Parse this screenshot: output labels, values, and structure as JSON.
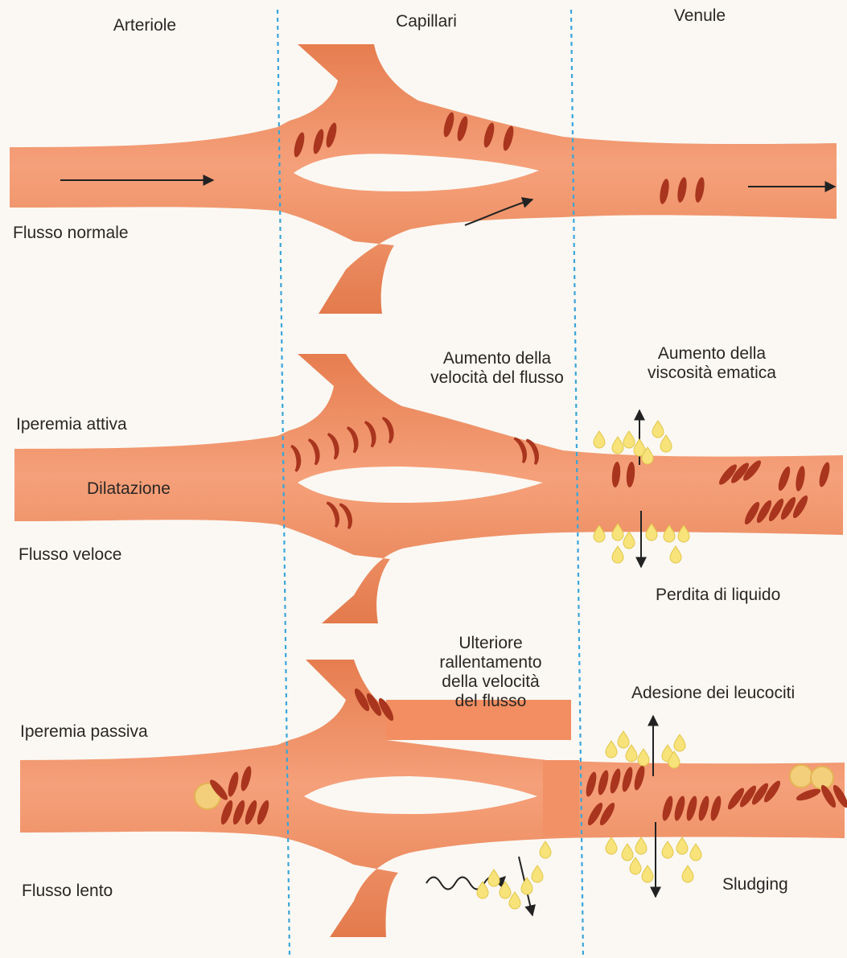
{
  "columns": [
    "Arteriole",
    "Capillari",
    "Venule"
  ],
  "panels": [
    {
      "side_labels": [
        "Flusso normale"
      ]
    },
    {
      "side_labels": [
        "Iperemia attiva",
        "Dilatazione",
        "Flusso veloce"
      ],
      "annotations": [
        "Aumento della\nvelocità del flusso",
        "Aumento della\nviscosità ematica",
        "Perdita di liquido"
      ]
    },
    {
      "side_labels": [
        "Iperemia passiva",
        "Flusso lento"
      ],
      "annotations": [
        "Ulteriore\nrallentamento\ndella velocità\ndel flusso",
        "Adesione dei leucociti",
        "Sludging"
      ]
    }
  ],
  "colors": {
    "vessel": "#ec8a5c",
    "vessel_highlight": "#f6c3a2",
    "red_cell": "#a9351e",
    "fluid_drop": "#f7e37a",
    "leukocyte": "#f3cf7c",
    "divider": "#3aa5d9",
    "background": "#fbf8f3"
  }
}
